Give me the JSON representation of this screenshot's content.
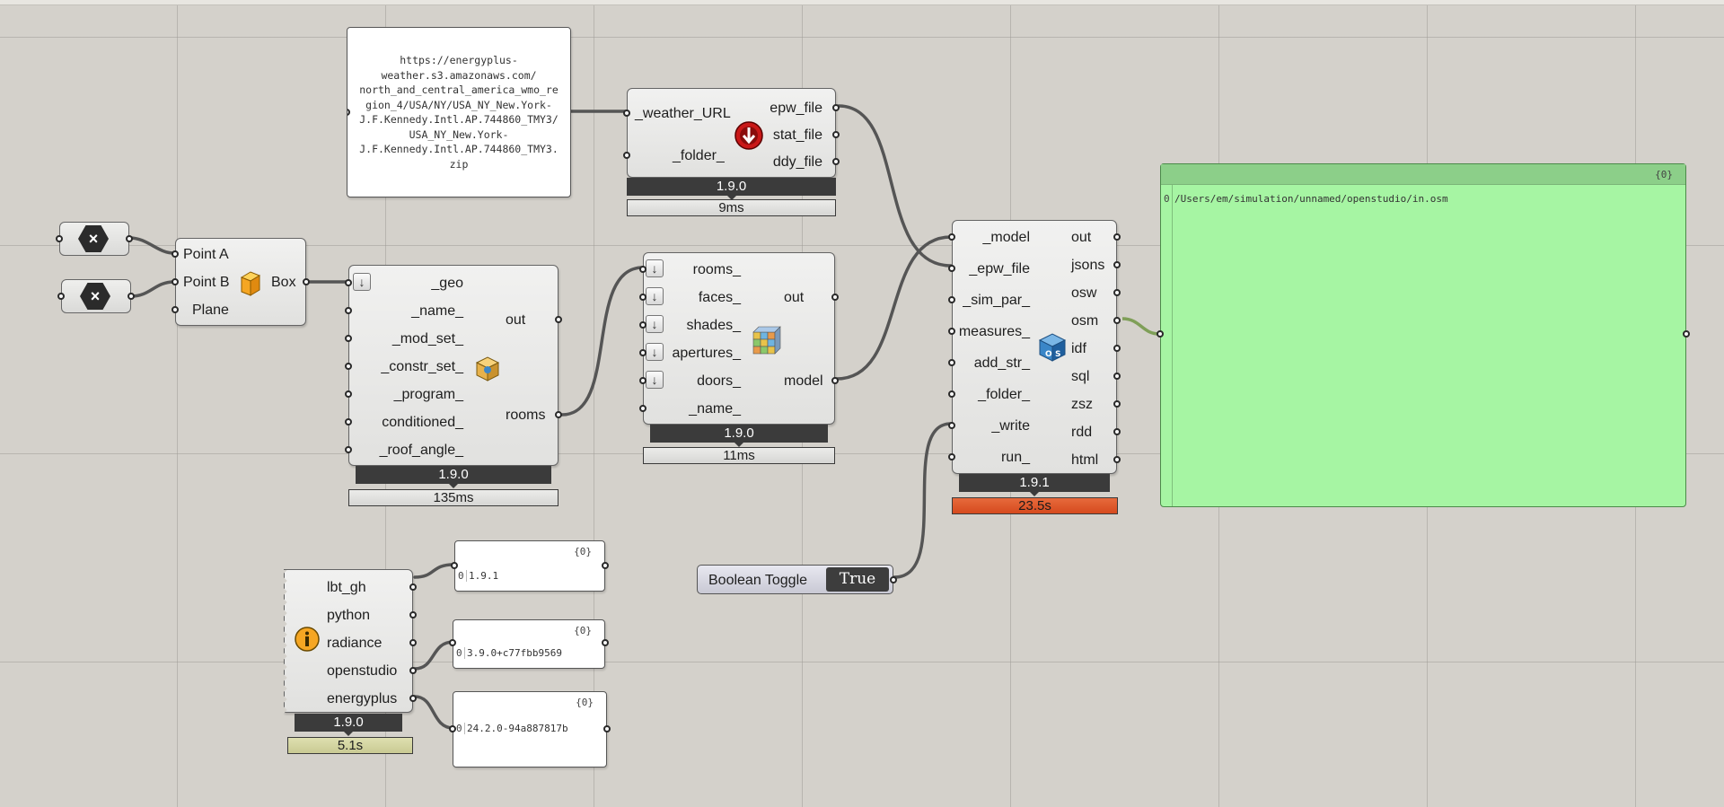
{
  "colors": {
    "canvas": "#d4d1cb",
    "component": "#e6e6e4",
    "version_bar": "#3b3b3b",
    "runtime_slow": "#e0582a",
    "runtime_yellow": "#d4d5a0",
    "panel_result": "#a6f5a3"
  },
  "points": {
    "a_icon": "cross-icon",
    "b_icon": "cross-icon",
    "glyph": "×"
  },
  "box_component": {
    "inputs": [
      "Point A",
      "Point B",
      "Plane"
    ],
    "output": "Box",
    "icon": "box-icon"
  },
  "url_panel": {
    "text": "https://energyplus-\nweather.s3.amazonaws.com/\nnorth_and_central_america_wmo_re\ngion_4/USA/NY/USA_NY_New.York-\nJ.F.Kennedy.Intl.AP.744860_TMY3/\nUSA_NY_New.York-\nJ.F.Kennedy.Intl.AP.744860_TMY3.\nzip"
  },
  "weather_component": {
    "inputs": [
      "_weather_URL",
      "_folder_"
    ],
    "outputs": [
      "epw_file",
      "stat_file",
      "ddy_file"
    ],
    "icon": "weather-download-icon",
    "version": "1.9.0",
    "runtime": "9ms"
  },
  "room_component": {
    "inputs": [
      "_geo",
      "_name_",
      "_mod_set_",
      "_constr_set_",
      "_program_",
      "conditioned_",
      "_roof_angle_"
    ],
    "outputs": [
      "out",
      "rooms"
    ],
    "icon": "honeybee-room-icon",
    "version": "1.9.0",
    "runtime": "135ms"
  },
  "model_component": {
    "inputs": [
      "rooms_",
      "faces_",
      "shades_",
      "apertures_",
      "doors_",
      "_name_"
    ],
    "outputs": [
      "out",
      "model"
    ],
    "icon": "model-icon",
    "version": "1.9.0",
    "runtime": "11ms"
  },
  "sim_component": {
    "inputs": [
      "_model",
      "_epw_file",
      "_sim_par_",
      "measures_",
      "add_str_",
      "_folder_",
      "_write",
      "run_"
    ],
    "outputs": [
      "out",
      "jsons",
      "osw",
      "osm",
      "idf",
      "sql",
      "zsz",
      "rdd",
      "html"
    ],
    "icon": "openstudio-icon",
    "version": "1.9.1",
    "runtime": "23.5s"
  },
  "result_panel": {
    "header": "{0}",
    "index": "0",
    "value": "/Users/em/simulation/unnamed/openstudio/in.osm"
  },
  "toggle": {
    "label": "Boolean Toggle",
    "value": "True"
  },
  "version_component": {
    "outputs": [
      "lbt_gh",
      "python",
      "radiance",
      "openstudio",
      "energyplus"
    ],
    "icon": "info-icon",
    "version": "1.9.0",
    "runtime": "5.1s"
  },
  "version_panels": [
    {
      "header": "{0}",
      "index": "0",
      "value": "1.9.1"
    },
    {
      "header": "{0}",
      "index": "0",
      "value": "3.9.0+c77fbb9569"
    },
    {
      "header": "{0}",
      "index": "0",
      "value": "24.2.0-94a887817b"
    }
  ]
}
